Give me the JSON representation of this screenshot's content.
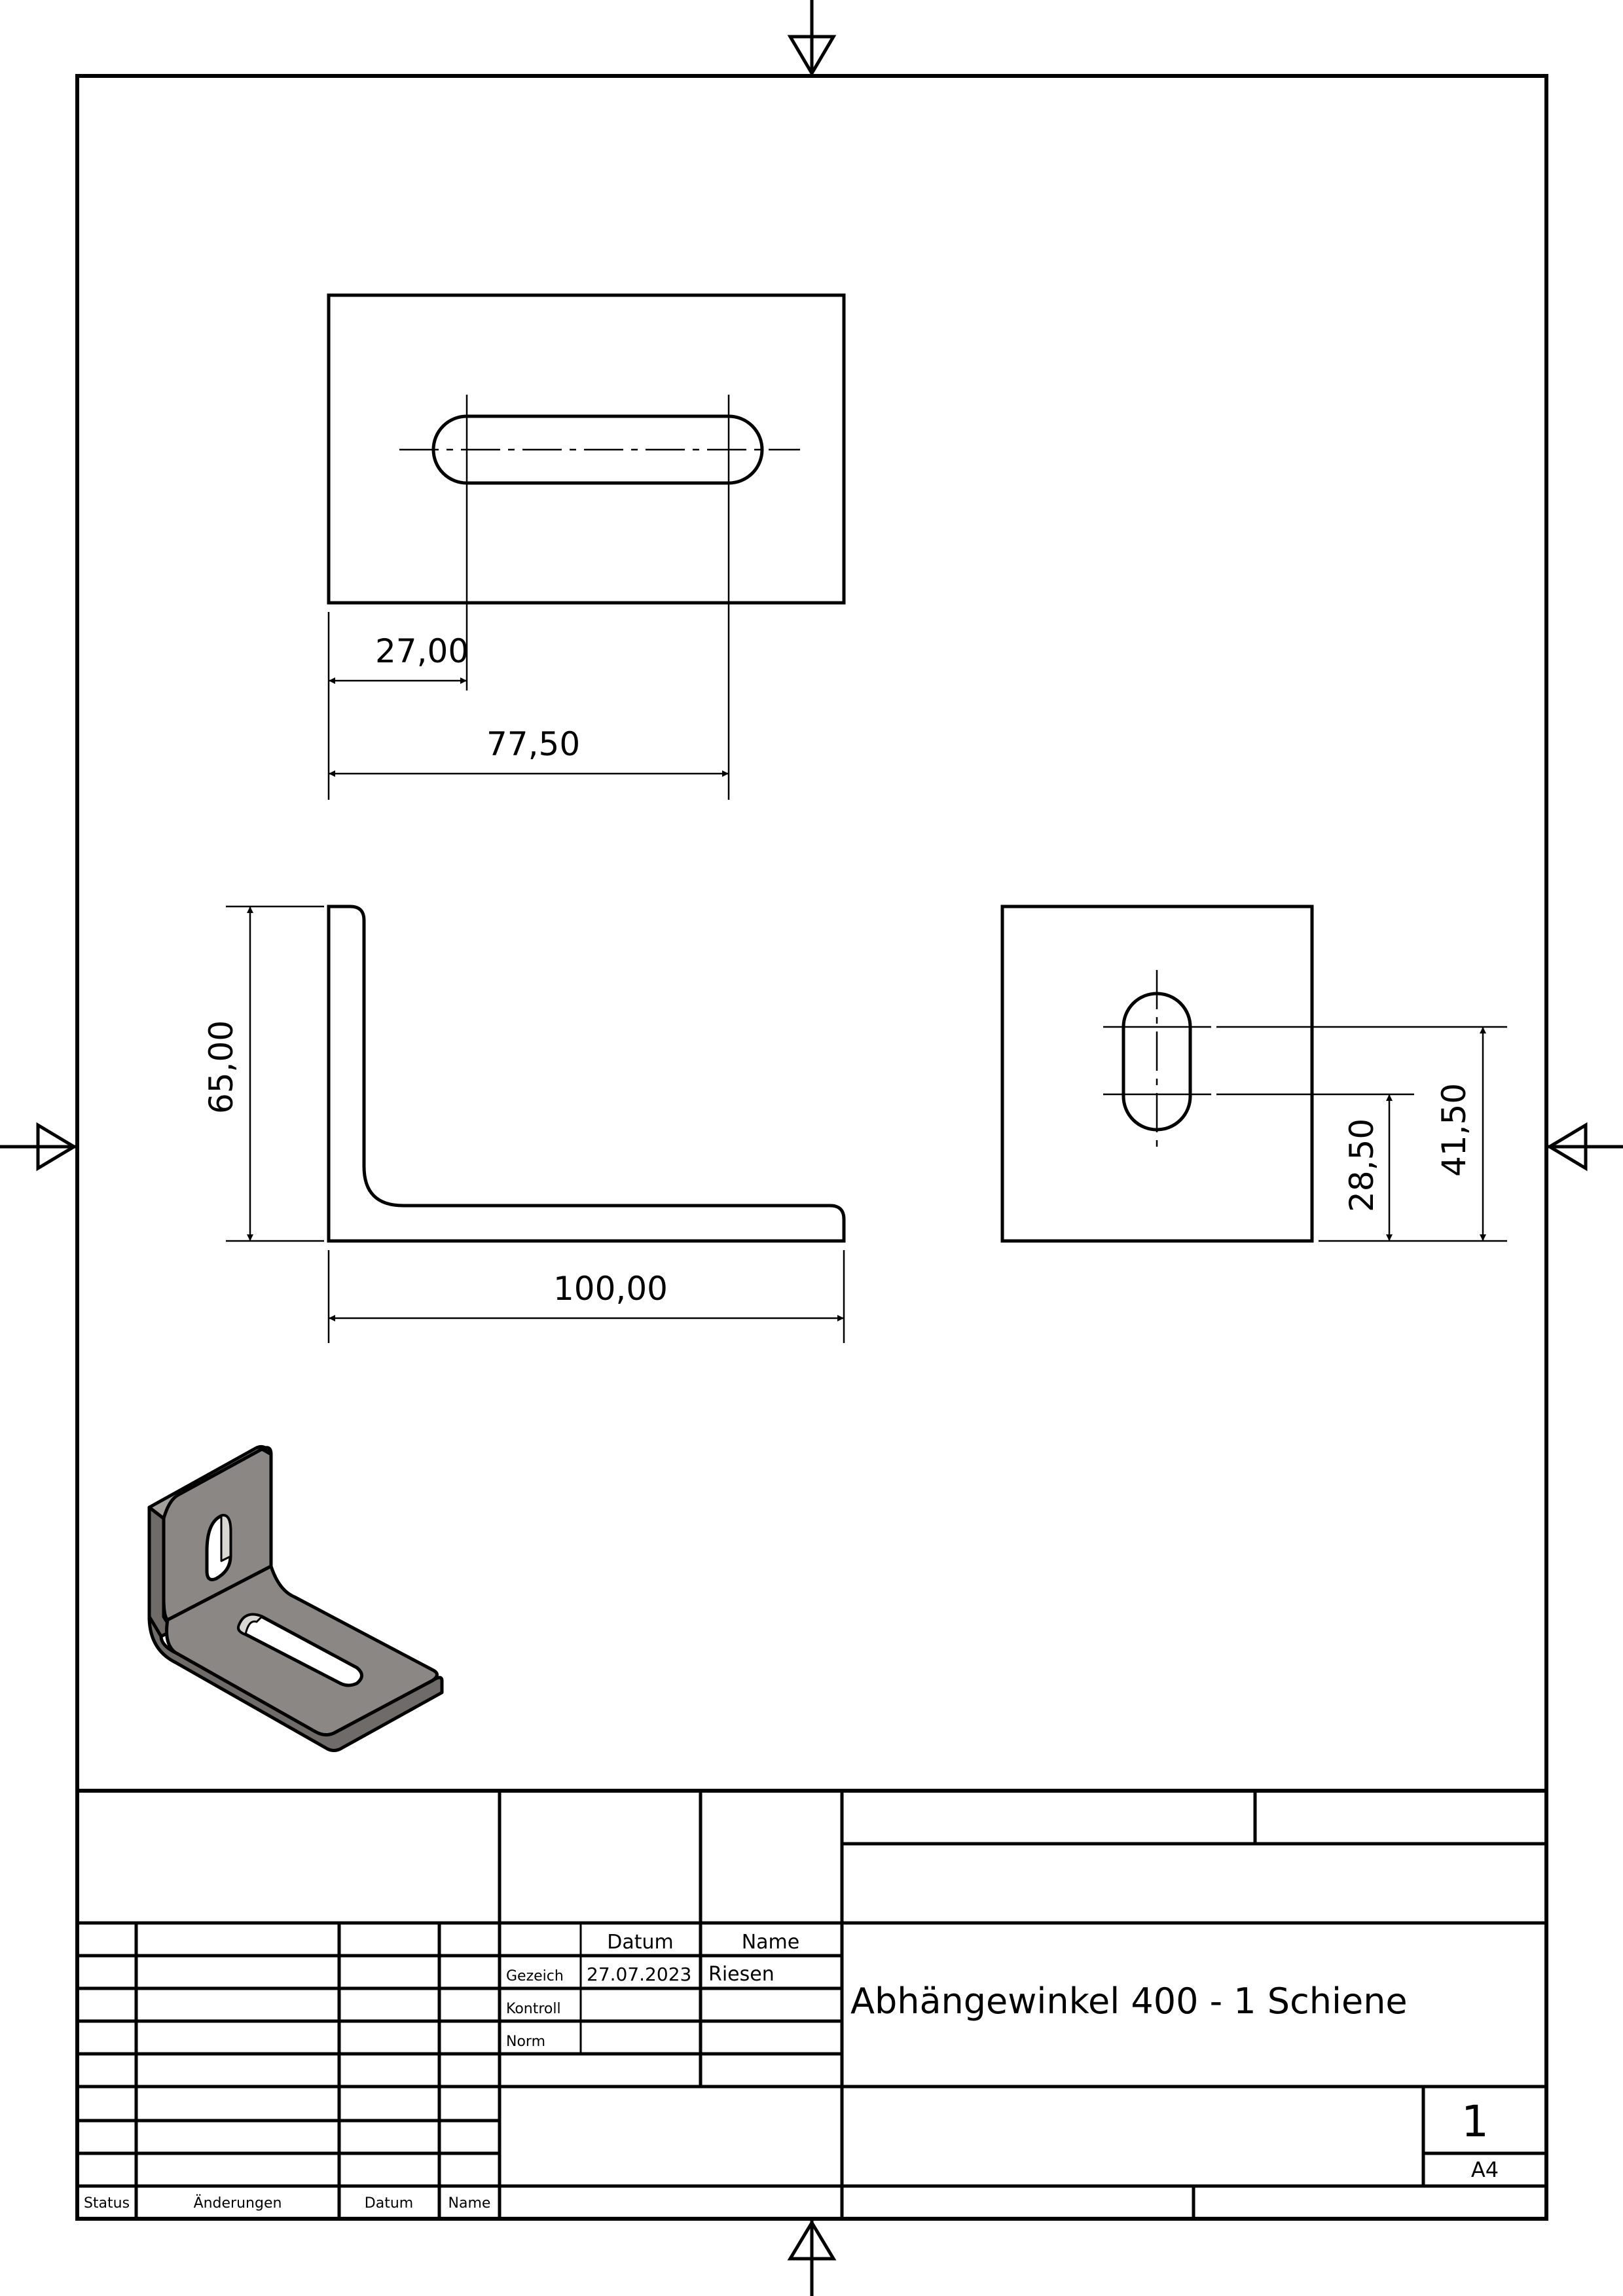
{
  "dimensions": {
    "top_slot_offset": "27,00",
    "top_slot_end": "77,50",
    "side_height": "65,00",
    "side_length": "100,00",
    "right_slot_lower": "28,50",
    "right_slot_upper": "41,50"
  },
  "title_block": {
    "header_datum": "Datum",
    "header_name": "Name",
    "row_drawn_label": "Gezeich",
    "row_drawn_date": "27.07.2023",
    "row_drawn_name": "Riesen",
    "row_checked_label": "Kontroll",
    "row_norm_label": "Norm",
    "title": "Abhängewinkel 400 - 1 Schiene",
    "sheet_number": "1",
    "sheet_format": "A4"
  },
  "revision_table": {
    "col_status": "Status",
    "col_changes": "Änderungen",
    "col_date": "Datum",
    "col_name": "Name"
  },
  "colors": {
    "line": "#000000",
    "iso_face_front": "#8a8784",
    "iso_face_top": "#a3a09c",
    "iso_face_side": "#6e6b68"
  }
}
